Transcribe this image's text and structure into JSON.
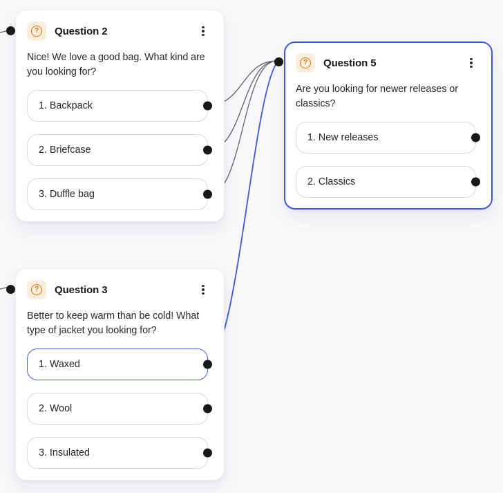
{
  "colors": {
    "accent": "#3d57d8",
    "edge_gray": "#5f6065",
    "port": "#17181a",
    "icon_orange": "#d3770f",
    "icon_bg": "#fbeedc",
    "canvas_bg": "#f7f8fa"
  },
  "icons": {
    "question_glyph": "?",
    "question_icon": "help-circle-icon",
    "menu_icon": "kebab-menu-icon"
  },
  "nodes": [
    {
      "id": "question-2",
      "title": "Question 2",
      "body": "Nice! We love a good bag. What kind are\nyou looking for?",
      "selected": false,
      "options": [
        {
          "label": "1. Backpack",
          "selected": false
        },
        {
          "label": "2. Briefcase",
          "selected": false
        },
        {
          "label": "3. Duffle bag",
          "selected": false
        }
      ]
    },
    {
      "id": "question-5",
      "title": "Question 5",
      "body": "Are you looking for newer releases or\nclassics?",
      "selected": true,
      "options": [
        {
          "label": "1. New releases",
          "selected": false
        },
        {
          "label": "2. Classics",
          "selected": false
        }
      ]
    },
    {
      "id": "question-3",
      "title": "Question 3",
      "body": "Better to keep warm than be cold! What\ntype of jacket you looking for?",
      "selected": false,
      "options": [
        {
          "label": "1. Waxed",
          "selected": true
        },
        {
          "label": "2. Wool",
          "selected": false
        },
        {
          "label": "3. Insulated",
          "selected": false
        }
      ]
    }
  ],
  "edges": [
    {
      "from": "question-2 / 1. Backpack",
      "to": "question-5",
      "selected": false
    },
    {
      "from": "question-2 / 2. Briefcase",
      "to": "question-5",
      "selected": false
    },
    {
      "from": "question-2 / 3. Duffle bag",
      "to": "question-5",
      "selected": false
    },
    {
      "from": "question-3 / 1. Waxed",
      "to": "question-5",
      "selected": true
    },
    {
      "from": "offscreen-left",
      "to": "question-2",
      "selected": false
    },
    {
      "from": "offscreen-left",
      "to": "question-3",
      "selected": false
    }
  ]
}
